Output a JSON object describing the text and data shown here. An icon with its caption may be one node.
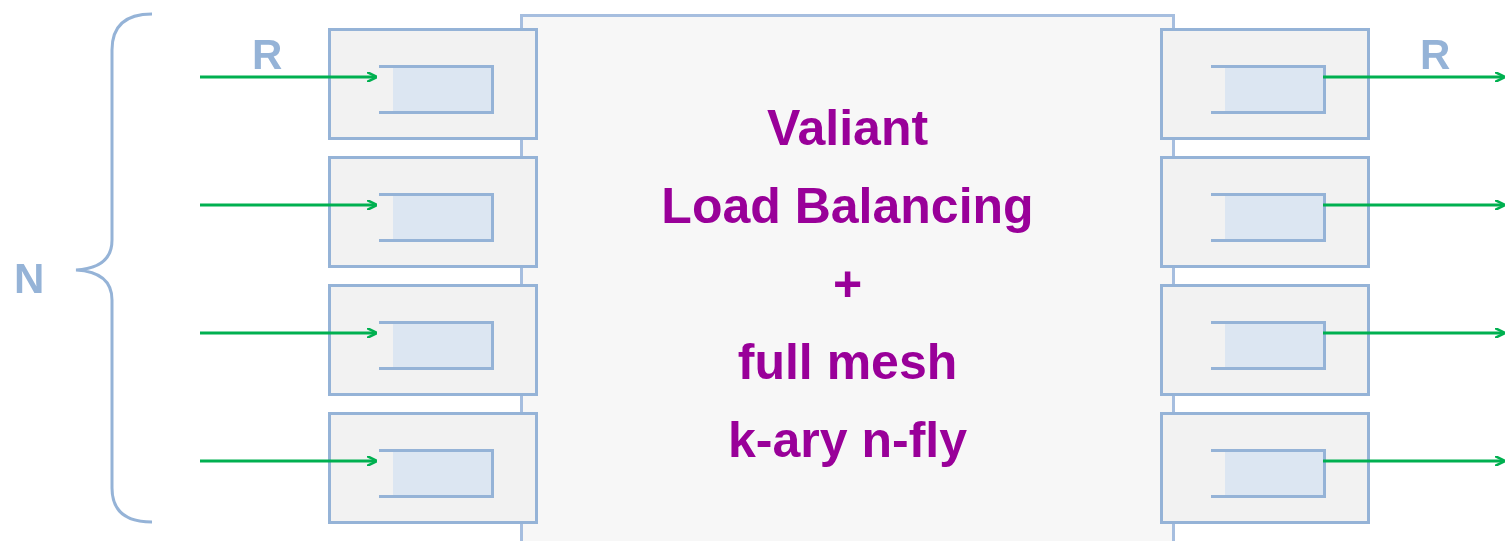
{
  "diagram": {
    "nodes": [
      {
        "text": [
          "Valiant Load Balancing + full mesh k-ary n-fly"
        ]
      },
      {
        "text": [],
        "shape": "box"
      },
      {
        "text": [],
        "shape": "box",
        "in": 1
      },
      {
        "text": [],
        "shape": "box"
      },
      {
        "text": [],
        "shape": "box",
        "in": 3
      },
      {
        "text": [],
        "shape": "box"
      },
      {
        "text": [],
        "shape": "box",
        "in": 5
      },
      {
        "text": [],
        "shape": "box"
      },
      {
        "text": [],
        "shape": "box",
        "in": 7
      },
      {
        "text": [],
        "shape": "box"
      },
      {
        "text": [],
        "shape": "box",
        "in": 9
      },
      {
        "text": [],
        "shape": "box"
      },
      {
        "text": [],
        "shape": "box",
        "in": 11
      },
      {
        "text": [],
        "shape": "box"
      },
      {
        "text": [],
        "shape": "box",
        "in": 13
      },
      {
        "text": [],
        "shape": "box"
      },
      {
        "text": [],
        "shape": "box",
        "in": 15
      }
    ],
    "edges": [
      {
        "from": null,
        "to": 2,
        "arrow": "to"
      },
      {
        "from": null,
        "to": 4,
        "arrow": "to"
      },
      {
        "from": null,
        "to": 6,
        "arrow": "to"
      },
      {
        "from": null,
        "to": 8,
        "arrow": "to"
      },
      {
        "from": 10,
        "to": null,
        "arrow": "to"
      },
      {
        "from": 12,
        "to": null,
        "arrow": "to"
      },
      {
        "from": 14,
        "to": null,
        "arrow": "to"
      },
      {
        "from": 16,
        "to": null,
        "arrow": "to"
      }
    ],
    "labels": [
      "R",
      "R",
      "N"
    ]
  }
}
